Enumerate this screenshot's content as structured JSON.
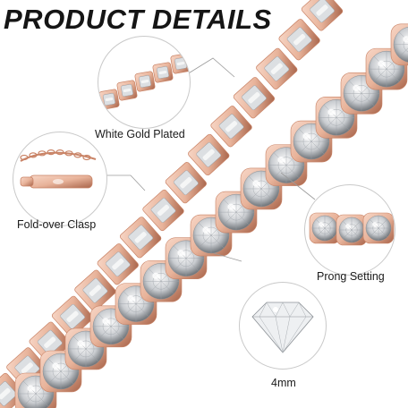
{
  "header": {
    "title": "PRODUCT DETAILS"
  },
  "features": {
    "plating": "White Gold Plated",
    "clasp": "Fold-over Clasp",
    "setting": "Prong Setting",
    "stone_size": "4mm"
  },
  "colors": {
    "metal": "#e8b39a",
    "metal_dark": "#c98366",
    "metal_shadow": "#a8644a",
    "stone_light": "#f6f7f8",
    "stone_mid": "#c9ccd0",
    "stone_dark": "#6f7479"
  }
}
